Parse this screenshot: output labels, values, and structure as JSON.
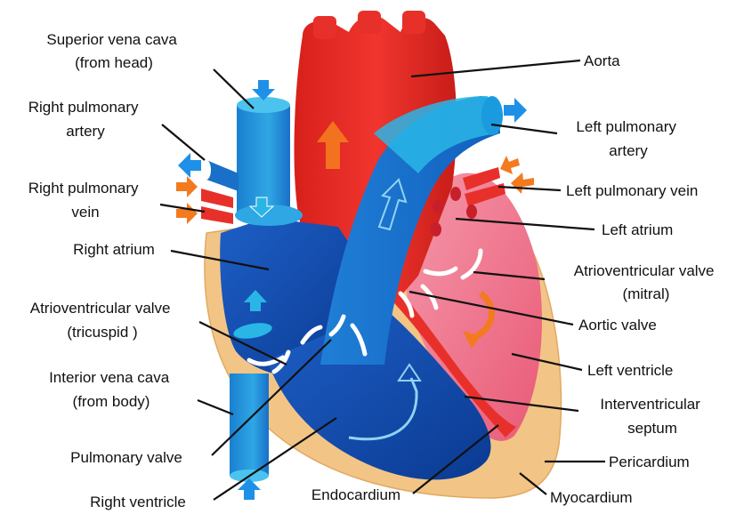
{
  "labels": {
    "superior_vena_cava": [
      "Superior vena cava",
      "(from head)"
    ],
    "right_pulmonary_artery": [
      "Right pulmonary",
      "artery"
    ],
    "right_pulmonary_vein": [
      "Right pulmonary",
      "vein"
    ],
    "right_atrium": [
      "Right atrium"
    ],
    "av_valve_tricuspid": [
      "Atrioventricular valve",
      "(tricuspid )"
    ],
    "inferior_vena_cava": [
      "Interior vena cava",
      "(from body)"
    ],
    "pulmonary_valve": [
      "Pulmonary valve"
    ],
    "right_ventricle": [
      "Right ventricle"
    ],
    "endocardium": [
      "Endocardium"
    ],
    "aorta": [
      "Aorta"
    ],
    "left_pulmonary_artery": [
      "Left pulmonary",
      "artery"
    ],
    "left_pulmonary_vein": [
      "Left pulmonary vein"
    ],
    "left_atrium": [
      "Left atrium"
    ],
    "av_valve_mitral": [
      "Atrioventricular valve",
      "(mitral)"
    ],
    "aortic_valve": [
      "Aortic valve"
    ],
    "left_ventricle": [
      "Left ventricle"
    ],
    "interventricular_septum": [
      "Interventricular",
      "septum"
    ],
    "pericardium": [
      "Pericardium"
    ],
    "myocardium": [
      "Myocardium"
    ]
  },
  "colors": {
    "oxygenated_red": "#e8302a",
    "pink_chamber": "#f27c93",
    "deoxygenated_blue": "#1a62c4",
    "dark_blue": "#0d3f9a",
    "light_blue": "#29b6e6",
    "myocardium_tan": "#f2c586",
    "arrow_orange": "#f47a1f",
    "arrow_blue": "#1e90e8"
  }
}
